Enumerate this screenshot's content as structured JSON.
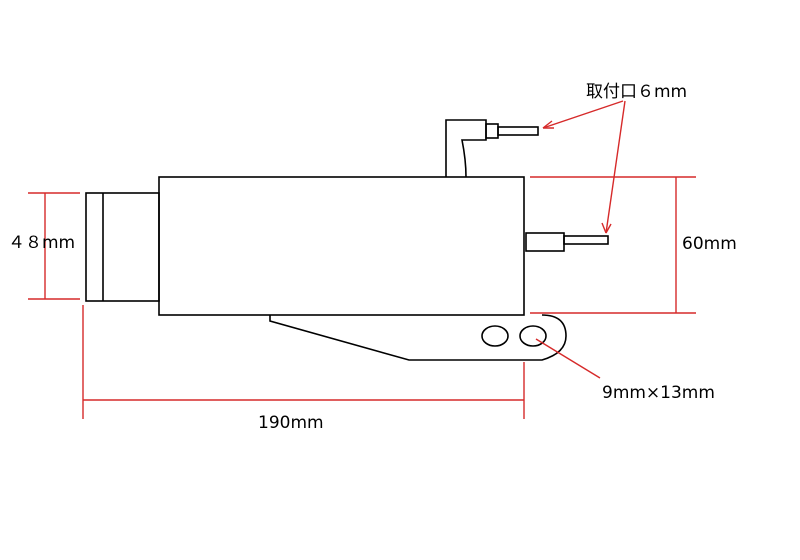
{
  "labels": {
    "port_size": "取付口６mm",
    "height_left": "４８mm",
    "height_right": "60mm",
    "slot_size": "9mm×13mm",
    "length": "190mm"
  },
  "colors": {
    "outline": "#000000",
    "dimension": "#d62a2a",
    "background": "#ffffff"
  }
}
